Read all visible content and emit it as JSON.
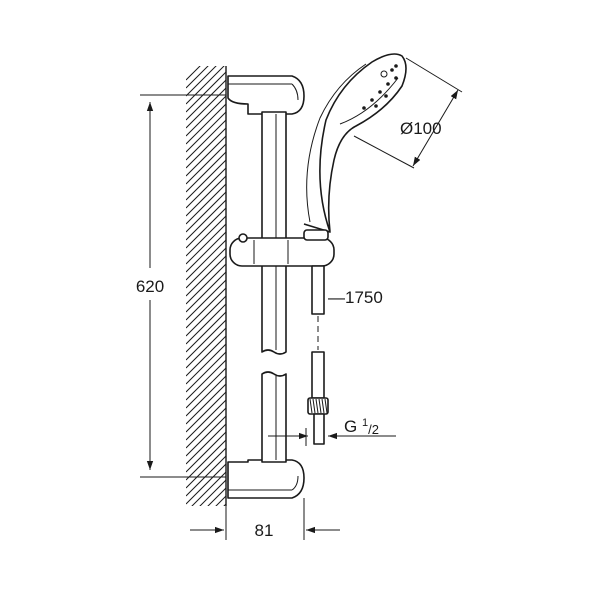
{
  "dimensions": {
    "rail_height": "620",
    "head_diameter": "Ø100",
    "hose_length": "—1750",
    "thread_prefix": "G ",
    "thread_sup": "1",
    "thread_sub": "/2",
    "wall_offset": "81"
  },
  "colors": {
    "line": "#1a1a1a",
    "background": "#ffffff"
  }
}
